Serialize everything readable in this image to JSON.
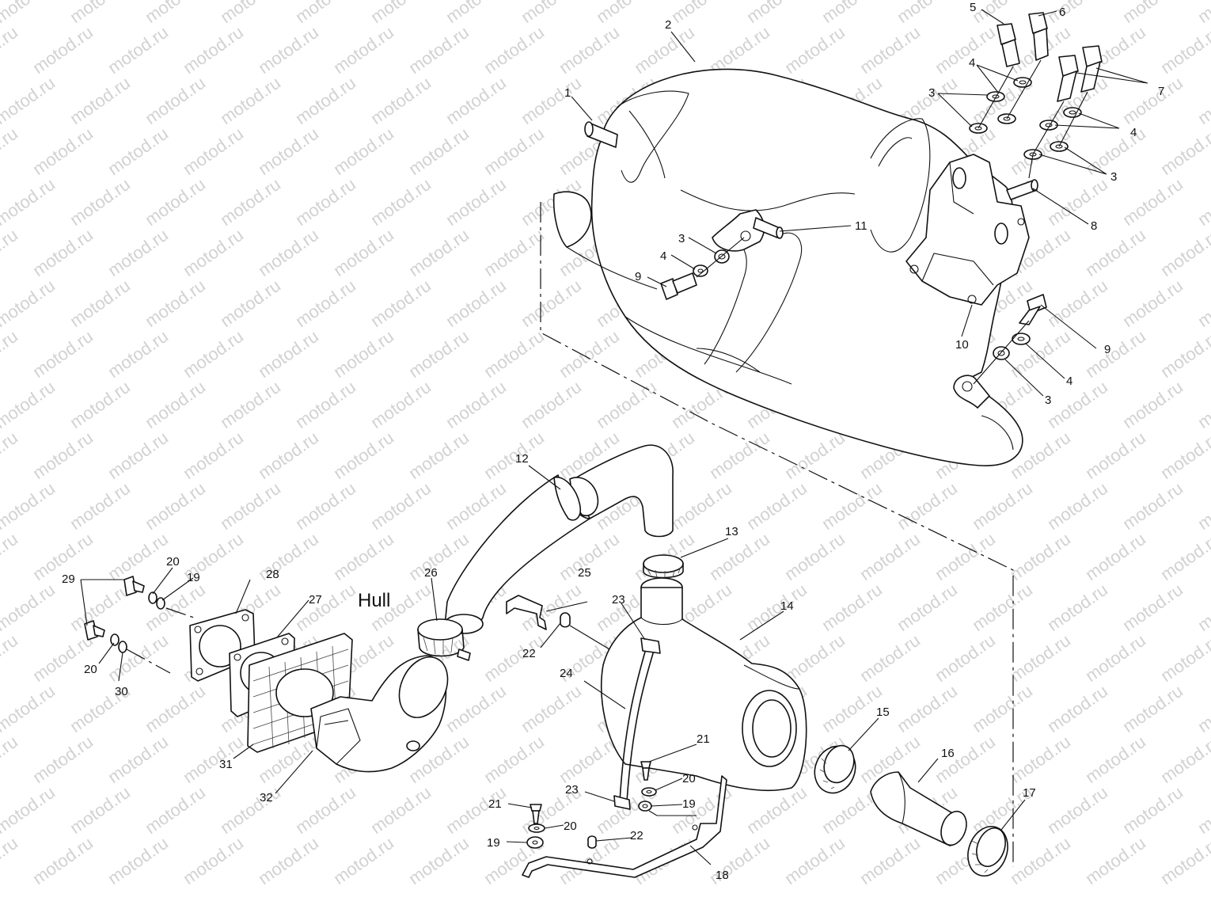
{
  "watermark": {
    "text": "motod.ru"
  },
  "labels": {
    "hull": "Hull"
  },
  "callouts": [
    {
      "id": "c1",
      "text": "1"
    },
    {
      "id": "c2",
      "text": "2"
    },
    {
      "id": "c3a",
      "text": "3"
    },
    {
      "id": "c3b",
      "text": "3"
    },
    {
      "id": "c3c",
      "text": "3"
    },
    {
      "id": "c3d",
      "text": "3"
    },
    {
      "id": "c4a",
      "text": "4"
    },
    {
      "id": "c4b",
      "text": "4"
    },
    {
      "id": "c4c",
      "text": "4"
    },
    {
      "id": "c4d",
      "text": "4"
    },
    {
      "id": "c5",
      "text": "5"
    },
    {
      "id": "c6",
      "text": "6"
    },
    {
      "id": "c7",
      "text": "7"
    },
    {
      "id": "c8",
      "text": "8"
    },
    {
      "id": "c9a",
      "text": "9"
    },
    {
      "id": "c9b",
      "text": "9"
    },
    {
      "id": "c10",
      "text": "10"
    },
    {
      "id": "c11",
      "text": "11"
    },
    {
      "id": "c12",
      "text": "12"
    },
    {
      "id": "c13",
      "text": "13"
    },
    {
      "id": "c14",
      "text": "14"
    },
    {
      "id": "c15",
      "text": "15"
    },
    {
      "id": "c16",
      "text": "16"
    },
    {
      "id": "c17",
      "text": "17"
    },
    {
      "id": "c18",
      "text": "18"
    },
    {
      "id": "c19a",
      "text": "19"
    },
    {
      "id": "c19b",
      "text": "19"
    },
    {
      "id": "c19c",
      "text": "19"
    },
    {
      "id": "c20a",
      "text": "20"
    },
    {
      "id": "c20b",
      "text": "20"
    },
    {
      "id": "c20c",
      "text": "20"
    },
    {
      "id": "c20d",
      "text": "20"
    },
    {
      "id": "c21a",
      "text": "21"
    },
    {
      "id": "c21b",
      "text": "21"
    },
    {
      "id": "c22a",
      "text": "22"
    },
    {
      "id": "c22b",
      "text": "22"
    },
    {
      "id": "c23a",
      "text": "23"
    },
    {
      "id": "c23b",
      "text": "23"
    },
    {
      "id": "c24",
      "text": "24"
    },
    {
      "id": "c25",
      "text": "25"
    },
    {
      "id": "c26",
      "text": "26"
    },
    {
      "id": "c27",
      "text": "27"
    },
    {
      "id": "c28",
      "text": "28"
    },
    {
      "id": "c29",
      "text": "29"
    },
    {
      "id": "c30",
      "text": "30"
    },
    {
      "id": "c31",
      "text": "31"
    },
    {
      "id": "c32",
      "text": "32"
    }
  ]
}
